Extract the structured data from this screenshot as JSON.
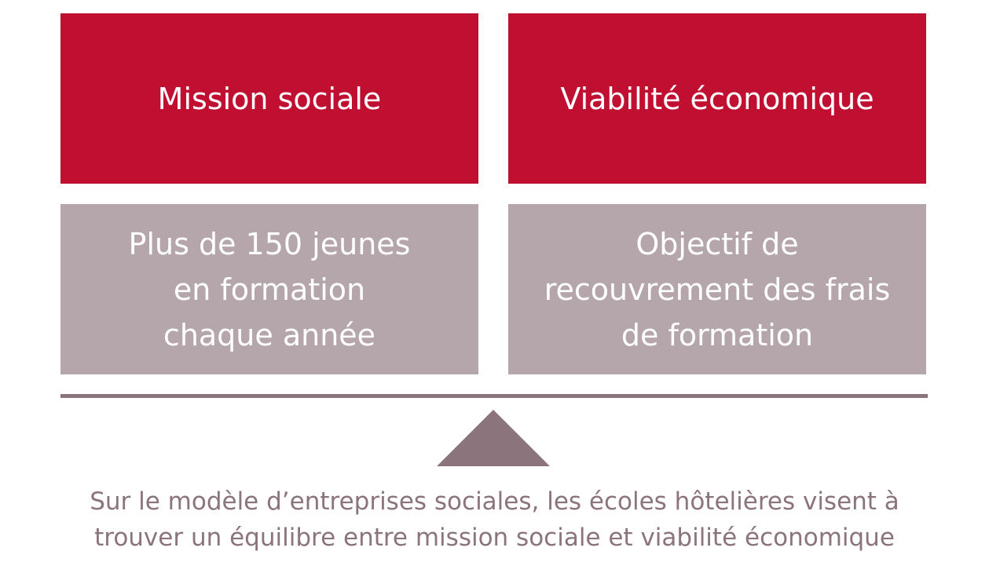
{
  "colors": {
    "red": "#c00f31",
    "grey_box": "#b5a6ab",
    "dark_mauve": "#8b747c"
  },
  "boxes": {
    "top_left": {
      "label": "Mission sociale"
    },
    "top_right": {
      "label": "Viabilité économique"
    },
    "bottom_left": {
      "lines": [
        "Plus de 150 jeunes",
        "en formation",
        "chaque année"
      ]
    },
    "bottom_right": {
      "lines": [
        "Objectif de",
        "recouvrement des frais",
        "de formation"
      ]
    }
  },
  "caption": {
    "lines": [
      "Sur le modèle d’entreprises sociales, les écoles hôtelières visent à",
      "trouver un équilibre entre mission sociale et viabilité économique"
    ]
  }
}
